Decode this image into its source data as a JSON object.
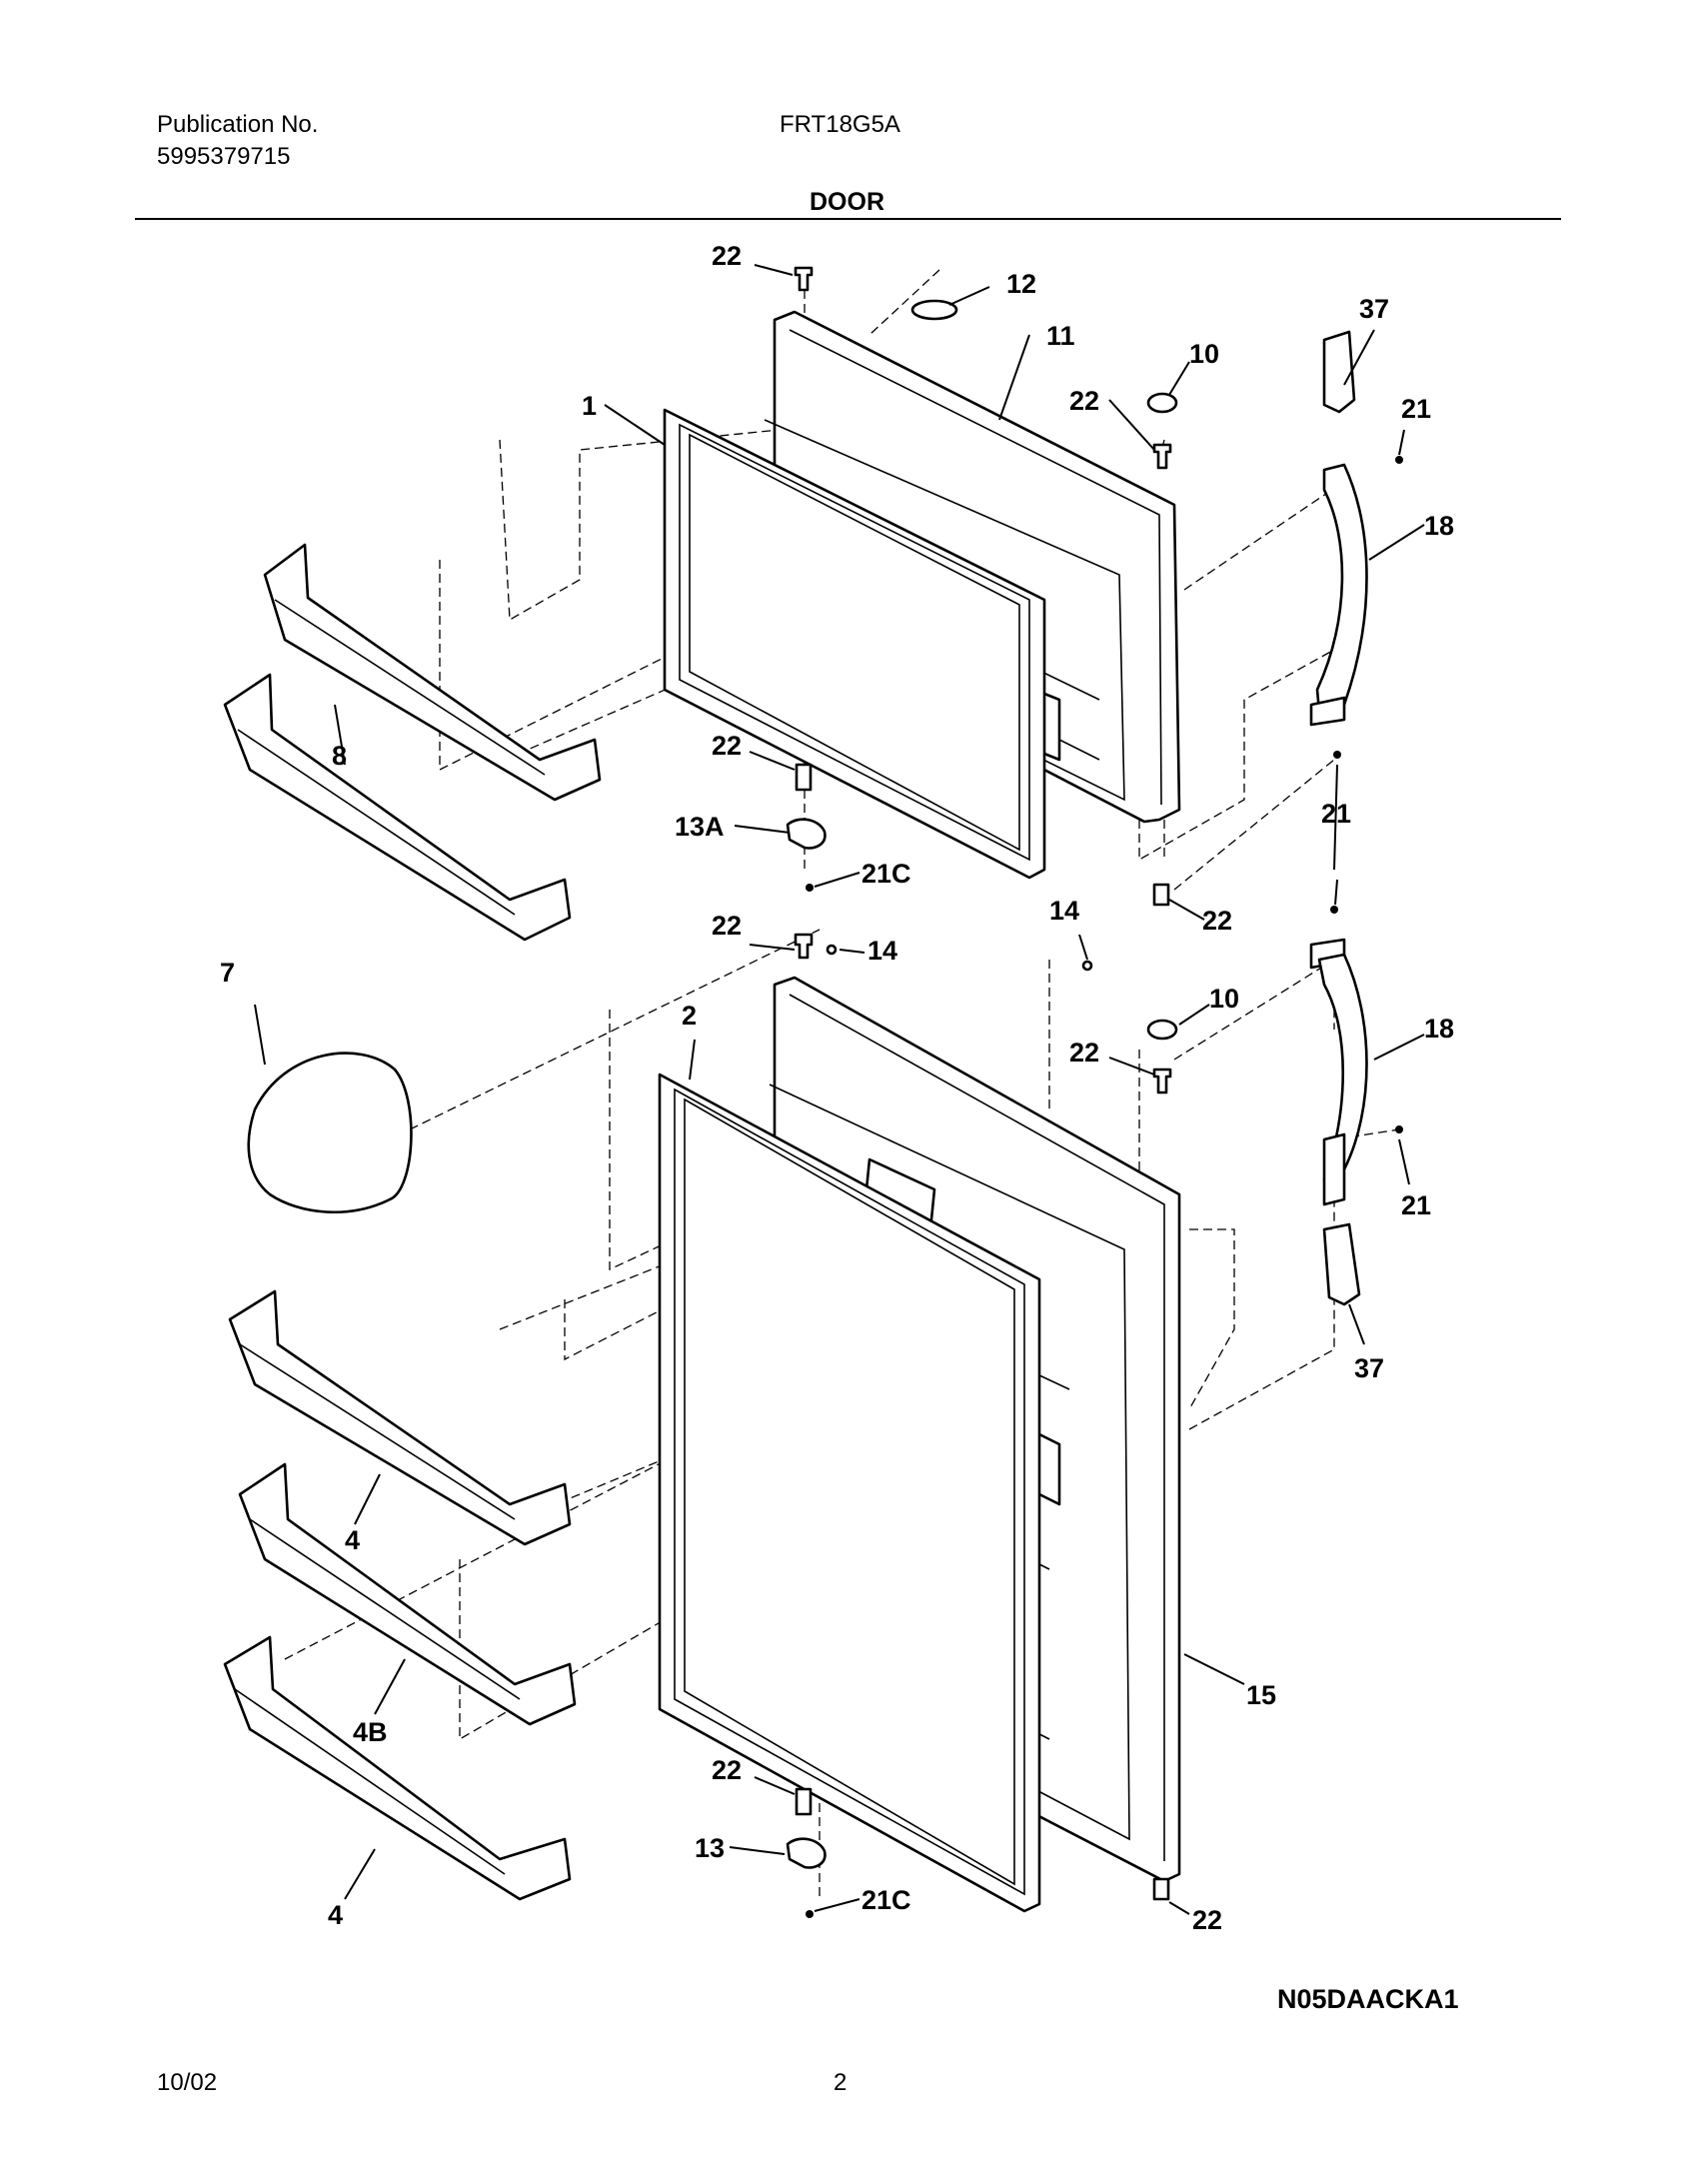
{
  "header": {
    "publication_label": "Publication No.",
    "publication_number": "5995379715",
    "model": "FRT18G5A",
    "section_title": "DOOR"
  },
  "callouts": {
    "c_22_top": "22",
    "c_12": "12",
    "c_11": "11",
    "c_10_upper": "10",
    "c_22_upper_right": "22",
    "c_37_top": "37",
    "c_21_top": "21",
    "c_1": "1",
    "c_18_upper": "18",
    "c_8": "8",
    "c_22_upper_bottom": "22",
    "c_13A": "13A",
    "c_21C_upper": "21C",
    "c_21_mid": "21",
    "c_22_upper_lower_right": "22",
    "c_22_lower_top": "22",
    "c_14_left": "14",
    "c_14_right": "14",
    "c_7": "7",
    "c_2": "2",
    "c_10_lower": "10",
    "c_22_lower_right": "22",
    "c_18_lower": "18",
    "c_21_lower": "21",
    "c_37_bottom": "37",
    "c_4_upper": "4",
    "c_4B": "4B",
    "c_15": "15",
    "c_22_lower_bottom": "22",
    "c_13": "13",
    "c_21C_lower": "21C",
    "c_4_lower": "4",
    "c_22_lower_lower_right": "22"
  },
  "diagram_code": "N05DAACKA1",
  "footer": {
    "date": "10/02",
    "page": "2"
  }
}
